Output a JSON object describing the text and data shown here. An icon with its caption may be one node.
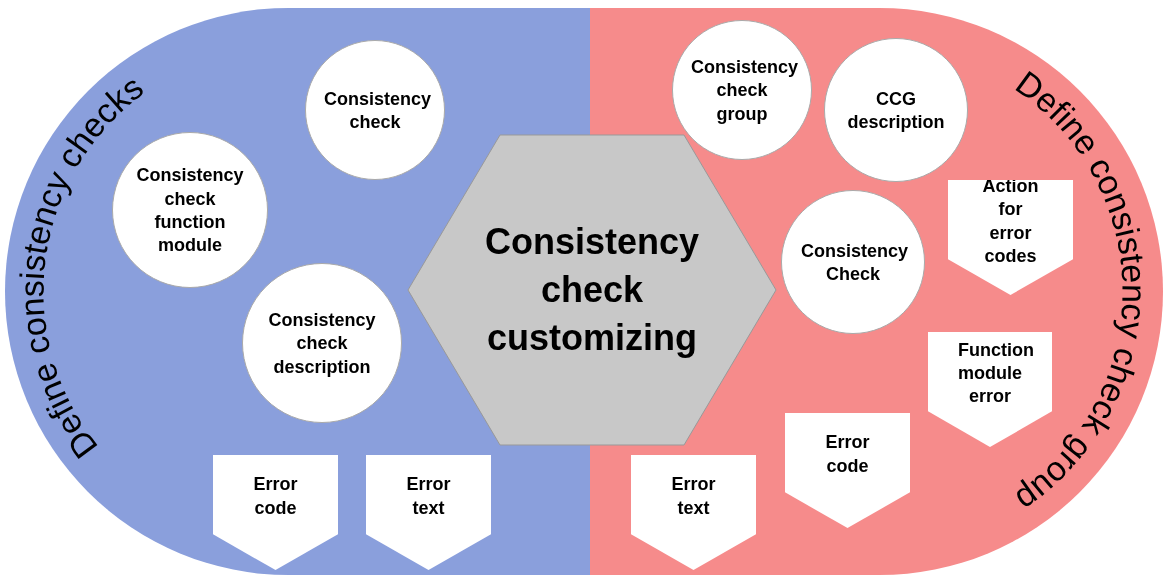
{
  "diagram": {
    "nodes": [
      {
        "text": [
          "Define consistency checks"
        ]
      },
      {
        "text": [
          "Consistency check"
        ],
        "in": 0
      },
      {
        "text": [
          "Consistency check function module"
        ],
        "in": 0
      },
      {
        "text": [
          "Consistency check description"
        ],
        "in": 0
      },
      {
        "text": [
          "Error code"
        ],
        "in": 0
      },
      {
        "text": [
          "Error text"
        ],
        "in": 0
      },
      {
        "text": [
          "Define consistency check group"
        ]
      },
      {
        "text": [
          "Consistency check group"
        ],
        "in": 6
      },
      {
        "text": [
          "CCG description"
        ],
        "in": 6
      },
      {
        "text": [
          "Consistency Check"
        ],
        "in": 6
      },
      {
        "text": [
          "Action for error codes"
        ],
        "in": 6
      },
      {
        "text": [
          "Function module error"
        ],
        "in": 6
      },
      {
        "text": [
          "Error code"
        ],
        "in": 6
      },
      {
        "text": [
          "Error text"
        ],
        "in": 6
      },
      {
        "text": [
          "Consistency check customizing"
        ]
      }
    ]
  }
}
